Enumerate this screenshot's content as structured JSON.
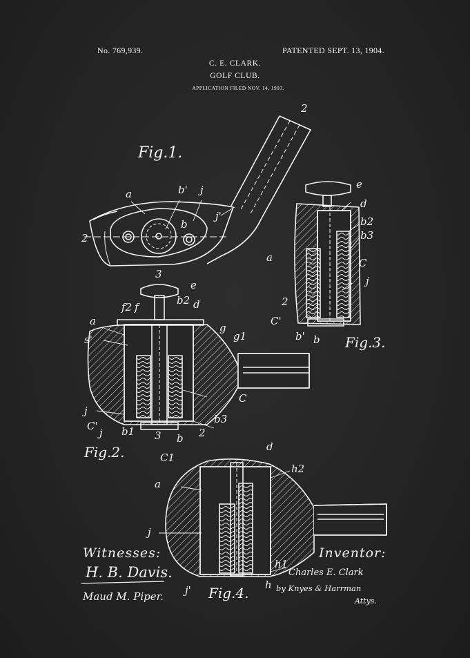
{
  "header": {
    "patent_number": "No. 769,939.",
    "patented_date": "PATENTED SEPT. 13, 1904.",
    "inventor_name": "C. E. CLARK.",
    "title": "GOLF CLUB.",
    "application_filed": "APPLICATION FILED NOV. 14, 1903."
  },
  "figures": {
    "fig1": "Fig.1.",
    "fig2": "Fig.2.",
    "fig3": "Fig.3.",
    "fig4": "Fig.4."
  },
  "labels": {
    "fig1": [
      "a",
      "b'",
      "j",
      "b",
      "j'",
      "2",
      "2"
    ],
    "fig2": [
      "3",
      "e",
      "f2",
      "f",
      "b2",
      "d",
      "a",
      "g",
      "g1",
      "s'",
      "C",
      "j",
      "b3",
      "C'",
      "j",
      "b1",
      "3",
      "b",
      "2",
      "C1"
    ],
    "fig3": [
      "e",
      "d",
      "b2",
      "b3",
      "a",
      "C",
      "j",
      "2",
      "C'",
      "b'",
      "b"
    ],
    "fig4": [
      "d",
      "h2",
      "a",
      "j",
      "h1",
      "j'",
      "h"
    ]
  },
  "signatures": {
    "witnesses_heading": "Witnesses:",
    "witness_1": "H. B. Davis.",
    "witness_2": "Maud M. Piper.",
    "inventor_heading": "Inventor:",
    "inventor_signature": "Charles E. Clark",
    "attorneys": "by Knyes & Harrman",
    "attorneys_suffix": "Attys."
  },
  "colors": {
    "background": "#262626",
    "ink": "#f2f2f2"
  }
}
